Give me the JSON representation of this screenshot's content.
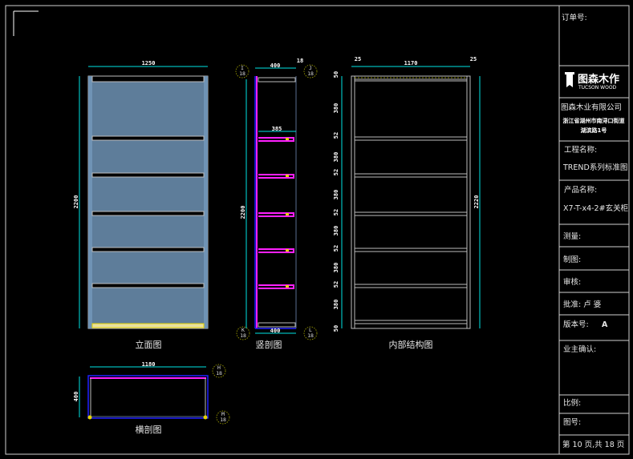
{
  "title_block": {
    "order_no": "订单号:",
    "logo_cn": "图森木作",
    "logo_en": "TUCSON WOOD",
    "company": "图森木业有限公司",
    "address_line1": "浙江省湖州市南浔口街道",
    "address_line2": "湖滨路1号",
    "project_label": "工程名称:",
    "project_value": "TREND系列标准图",
    "product_label": "产品名称:",
    "product_value": "X7-T-x4-2#玄关柜",
    "measure": "测量:",
    "drawing": "制图:",
    "review": "审核:",
    "approve": "批准: 卢  婆",
    "version_label": "版本号:",
    "version_value": "A",
    "owner_confirm": "业主确认:",
    "scale": "比例:",
    "drawing_no": "图号:",
    "page": "第 10 页,共 18 页"
  },
  "views": {
    "front": {
      "label": "立面图",
      "width": "1250",
      "height": "2200"
    },
    "section": {
      "label": "竖剖图",
      "depth_top": "400",
      "thickness": "18",
      "shelf_depth": "385",
      "height": "2200",
      "depth_bottom": "400",
      "bubbles": [
        {
          "id": "I",
          "n": "18"
        },
        {
          "id": "J",
          "n": "18"
        },
        {
          "id": "K",
          "n": "18"
        },
        {
          "id": "L",
          "n": "18"
        }
      ]
    },
    "interior": {
      "label": "内部结构图",
      "left_gap": "25",
      "inner_width": "1170",
      "right_gap": "25",
      "height": "2220",
      "left_dims": [
        "50",
        "380",
        "52",
        "380",
        "52",
        "380",
        "52",
        "380",
        "52",
        "380",
        "52",
        "380",
        "50"
      ]
    },
    "plan": {
      "label": "横剖图",
      "width": "1180",
      "depth": "400",
      "bubbles": [
        {
          "id": "H",
          "n": "18"
        },
        {
          "id": "M",
          "n": "18"
        }
      ]
    }
  }
}
